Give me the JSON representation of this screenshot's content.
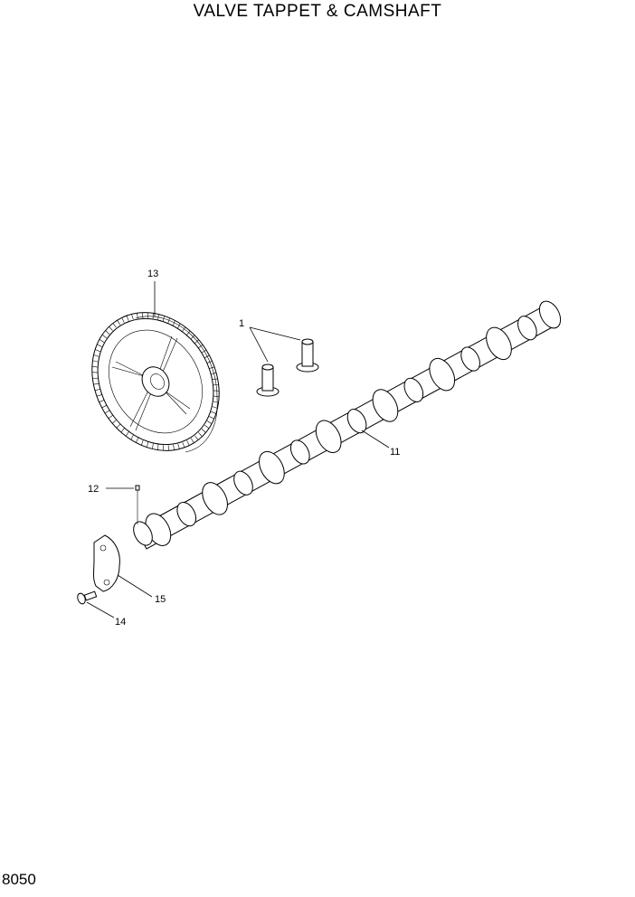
{
  "page": {
    "title": "VALVE TAPPET & CAMSHAFT",
    "page_number": "8050"
  },
  "callouts": [
    {
      "id": "13",
      "label": "13"
    },
    {
      "id": "1",
      "label": "1"
    },
    {
      "id": "11",
      "label": "11"
    },
    {
      "id": "12",
      "label": "12"
    },
    {
      "id": "15",
      "label": "15"
    },
    {
      "id": "14",
      "label": "14"
    }
  ]
}
